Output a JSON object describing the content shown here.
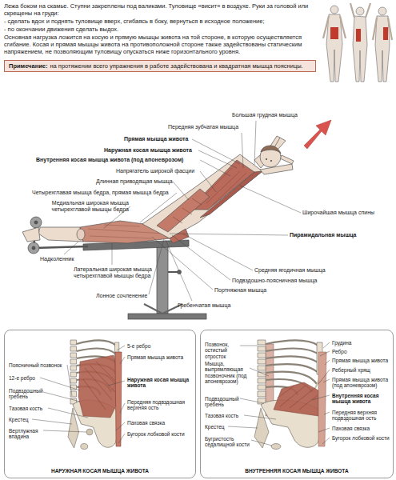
{
  "diagram": {
    "nodes": [
      {
        "text": [
          "Примечание:",
          "на протяжении всего упражнения в работе задействована и квадратная мышца поясницы."
        ]
      },
      {
        "text": [
          "5-е ребро",
          "Прямая мышца живота",
          "Поясничный позвонок",
          "12-е ребро",
          "Наружная косая мышца живота",
          "Подвздошный гребень",
          "Передняя подвздошная верхняя ость",
          "Тазовая кость",
          "Крестец",
          "Паховая связка",
          "Вертлужная впадина",
          "Бугорок лобковой кости",
          "НАРУЖНАЯ КОСАЯ МЫШЦА ЖИВОТА"
        ]
      },
      {
        "text": [
          "Позвонок, остистый отросток",
          "Грудина",
          "Ребро",
          "Прямая мышца живота",
          "Реберный хрящ",
          "Мышца, выпрямляющая позвоночник (под апоневрозом)",
          "Прямая мышца живота (под апоневрозом)",
          "Внутренняя косая мышца живота",
          "Подвздошный гребень",
          "Передняя верхняя подвздошная ость",
          "Тазовая кость",
          "Крестец",
          "Паховая связка",
          "Бугорок лобковой кости",
          "Бугристость седалищной кости",
          "ВНУТРЕННЯЯ КОСАЯ МЫШЦА ЖИВОТА"
        ]
      }
    ],
    "labels": [
      "Лежа боком на скамье. Ступни закреплены под валиками. Туловище «висит» в воздухе. Руки за головой или скрещены на груди:",
      "- сделать вдох и поднять туловище вверх, сгибаясь в боку, вернуться в исходное положение;",
      "- по окончании движения сделать выдох.",
      "Основная нагрузка ложится на косую и прямую мышцы живота на той стороне, в которую осуществляется сгибание. Косая и прямая мышцы живота на противоположной стороне также задействованы статическим напряжением, не позволяющим туловищу опускаться ниже горизонтального уровня.",
      "Большая грудная мышца",
      "Передняя зубчатая мышца",
      "Прямая мышца живота",
      "Наружная косая мышца живота",
      "Внутренняя косая мышца живота (под апоневрозом)",
      "Напрягатель широкой фасции",
      "Длинная приводящая мышца",
      "Четырехглавая мышца бедра, прямая мышца бедра",
      "Медиальная широкая мышца четырехглавой мышцы бедра",
      "Широчайшая мышца спины",
      "Надколенник",
      "Пирамидальная мышца",
      "Латеральная широкая мышца четырехглавой мышцы бедра",
      "Средняя ягодичная мышца",
      "Подвздошно-поясничная мышца",
      "Портняжная мышца",
      "Лонное сочленение",
      "Гребенчатая мышца"
    ]
  }
}
